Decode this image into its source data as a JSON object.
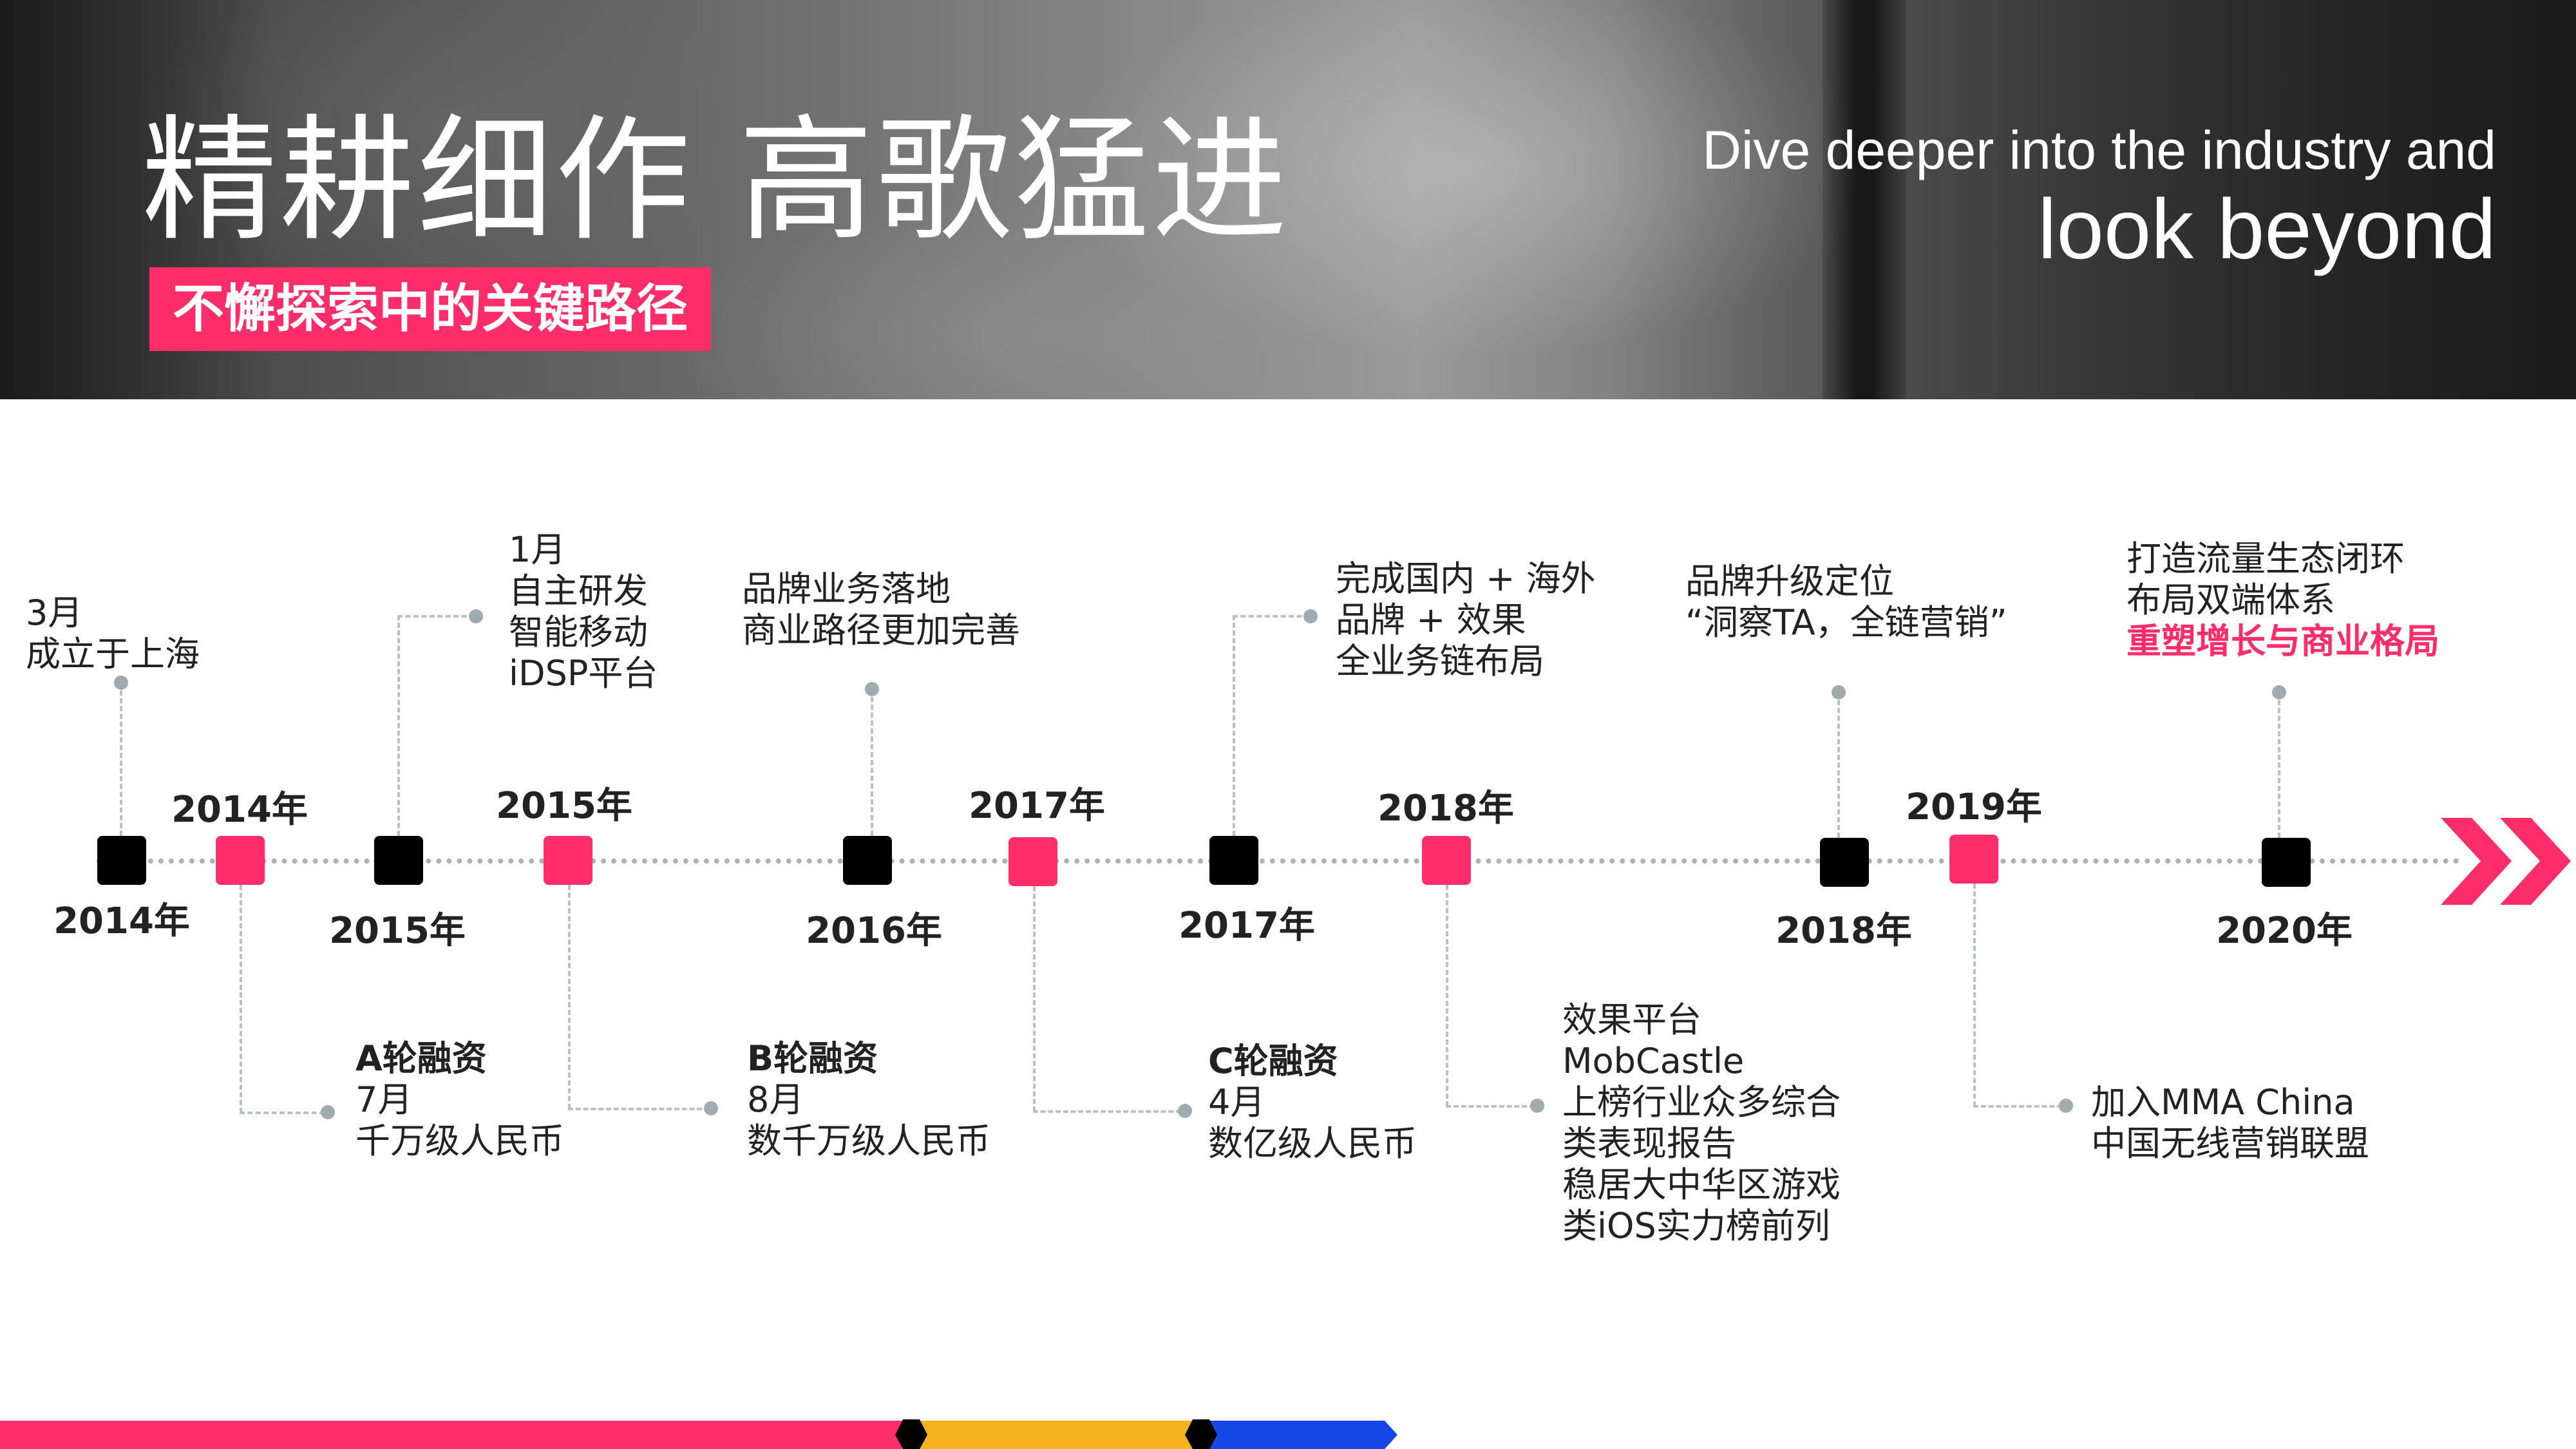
{
  "header": {
    "title": "精耕细作 高歌猛进",
    "subtitle": "不懈探索中的关键路径",
    "english_line1": "Dive deeper into the industry and",
    "english_line2": "look beyond"
  },
  "colors": {
    "accent": "#ff2d6a",
    "marker_dark": "#000000",
    "connector": "#a8b3b8",
    "stripe_pink": "#ff2d6a",
    "stripe_yellow": "#f4b21c",
    "stripe_blue": "#1447e6"
  },
  "timeline": {
    "markers": [
      {
        "color": "black",
        "year": "2014年"
      },
      {
        "color": "pink",
        "year": "2014年"
      },
      {
        "color": "black",
        "year": "2015年"
      },
      {
        "color": "pink",
        "year": "2015年"
      },
      {
        "color": "black",
        "year": "2016年"
      },
      {
        "color": "pink",
        "year": "2017年"
      },
      {
        "color": "black",
        "year": "2017年"
      },
      {
        "color": "pink",
        "year": "2018年"
      },
      {
        "color": "black",
        "year": "2018年"
      },
      {
        "color": "pink",
        "year": "2019年"
      },
      {
        "color": "black",
        "year": "2020年"
      }
    ],
    "events_top": [
      {
        "lines": [
          "3月",
          "成立于上海"
        ]
      },
      {
        "lines": [
          "1月",
          "自主研发",
          "智能移动",
          "iDSP平台"
        ]
      },
      {
        "lines": [
          "品牌业务落地",
          "商业路径更加完善"
        ]
      },
      {
        "lines": [
          "完成国内 + 海外",
          "品牌 + 效果",
          "全业务链布局"
        ]
      },
      {
        "lines": [
          "品牌升级定位",
          "“洞察TA，全链营销”"
        ]
      },
      {
        "lines": [
          "打造流量生态闭环",
          "布局双端体系",
          "重塑增长与商业格局"
        ]
      }
    ],
    "events_bottom": [
      {
        "lines": [
          "A轮融资",
          "7月",
          "千万级人民币"
        ]
      },
      {
        "lines": [
          "B轮融资",
          "8月",
          "数千万级人民币"
        ]
      },
      {
        "lines": [
          "C轮融资",
          "4月",
          "数亿级人民币"
        ]
      },
      {
        "lines": [
          "效果平台",
          "MobCastle",
          "上榜行业众多综合",
          "类表现报告",
          "稳居大中华区游戏",
          "类iOS实力榜前列"
        ]
      },
      {
        "lines": [
          "加入MMA China",
          "中国无线营销联盟"
        ]
      }
    ]
  }
}
